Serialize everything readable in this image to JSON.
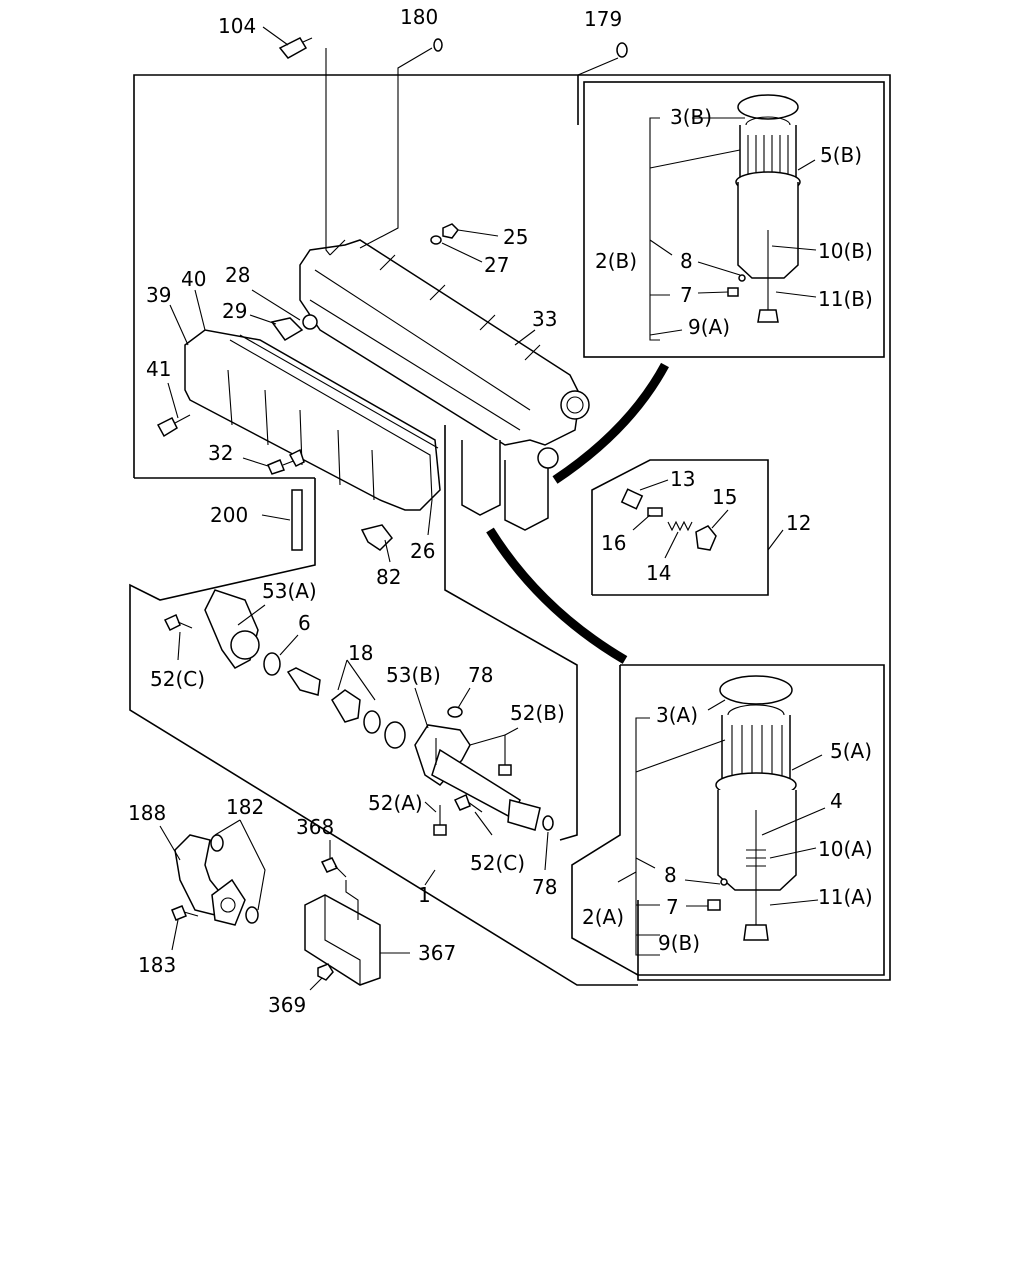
{
  "diagram": {
    "callouts": {
      "c104": "104",
      "c180": "180",
      "c179": "179",
      "c3b": "3(B)",
      "c5b": "5(B)",
      "c2b": "2(B)",
      "c8a": "8",
      "c10b": "10(B)",
      "c7a": "7",
      "c11b": "11(B)",
      "c9a": "9(A)",
      "c25": "25",
      "c27": "27",
      "c28": "28",
      "c40": "40",
      "c39": "39",
      "c29": "29",
      "c33": "33",
      "c41": "41",
      "c32": "32",
      "c13": "13",
      "c15": "15",
      "c12": "12",
      "c16": "16",
      "c14": "14",
      "c200": "200",
      "c26": "26",
      "c82": "82",
      "c53a": "53(A)",
      "c6": "6",
      "c18": "18",
      "c53b": "53(B)",
      "c78a": "78",
      "c52c1": "52(C)",
      "c52b": "52(B)",
      "c3a": "3(A)",
      "c5a": "5(A)",
      "c52a": "52(A)",
      "c52c2": "52(C)",
      "c78b": "78",
      "c4": "4",
      "c188": "188",
      "c182": "182",
      "c368": "368",
      "c10a": "10(A)",
      "c8b": "8",
      "c1": "1",
      "c2a": "2(A)",
      "c7b": "7",
      "c11a": "11(A)",
      "c9b": "9(B)",
      "c367": "367",
      "c183": "183",
      "c369": "369"
    }
  }
}
